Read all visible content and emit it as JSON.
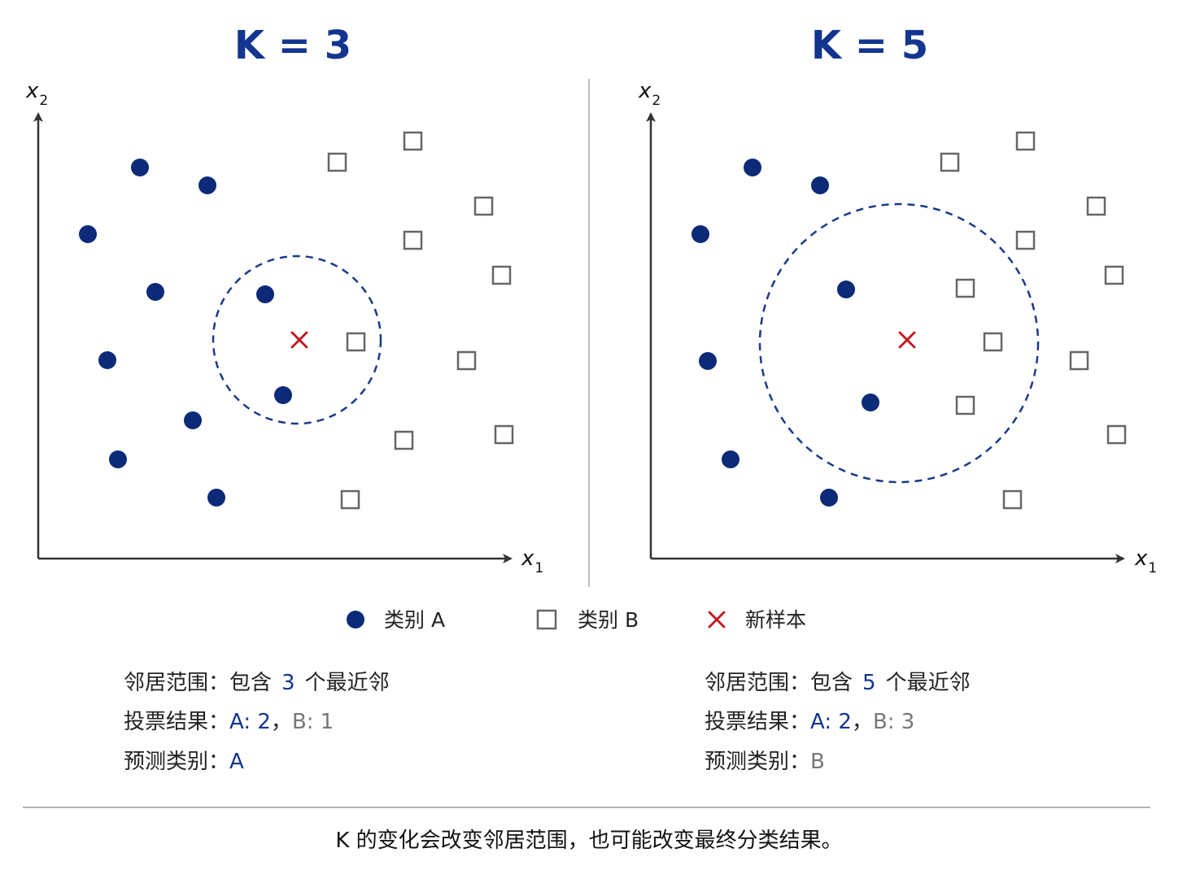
{
  "colors": {
    "class_a": "#0c2a78",
    "class_b": "#666666",
    "new_sample": "#c0141c",
    "circle": "#1a3a8a",
    "title": "#12358f"
  },
  "panels": [
    {
      "title": "K = 3",
      "axis": {
        "x_label": "x",
        "x_sub": "1",
        "y_label": "x",
        "y_sub": "2"
      },
      "info": {
        "range_label": "邻居范围：",
        "range_pre": "包含",
        "range_k": "3",
        "range_post": "个最近邻",
        "vote_label": "投票结果：",
        "vote_a": "A: 2",
        "vote_sep": "，",
        "vote_b": "B: 1",
        "pred_label": "预测类别：",
        "pred_value": "A"
      }
    },
    {
      "title": "K = 5",
      "axis": {
        "x_label": "x",
        "x_sub": "1",
        "y_label": "x",
        "y_sub": "2"
      },
      "info": {
        "range_label": "邻居范围：",
        "range_pre": "包含",
        "range_k": "5",
        "range_post": "个最近邻",
        "vote_label": "投票结果：",
        "vote_a": "A: 2",
        "vote_sep": "，",
        "vote_b": "B: 3",
        "pred_label": "预测类别：",
        "pred_value": "B"
      }
    }
  ],
  "legend": {
    "class_a": "类别 A",
    "class_b": "类别 B",
    "new_sample": "新样本"
  },
  "caption": "K 的变化会改变邻居范围，也可能改变最终分类结果。"
}
